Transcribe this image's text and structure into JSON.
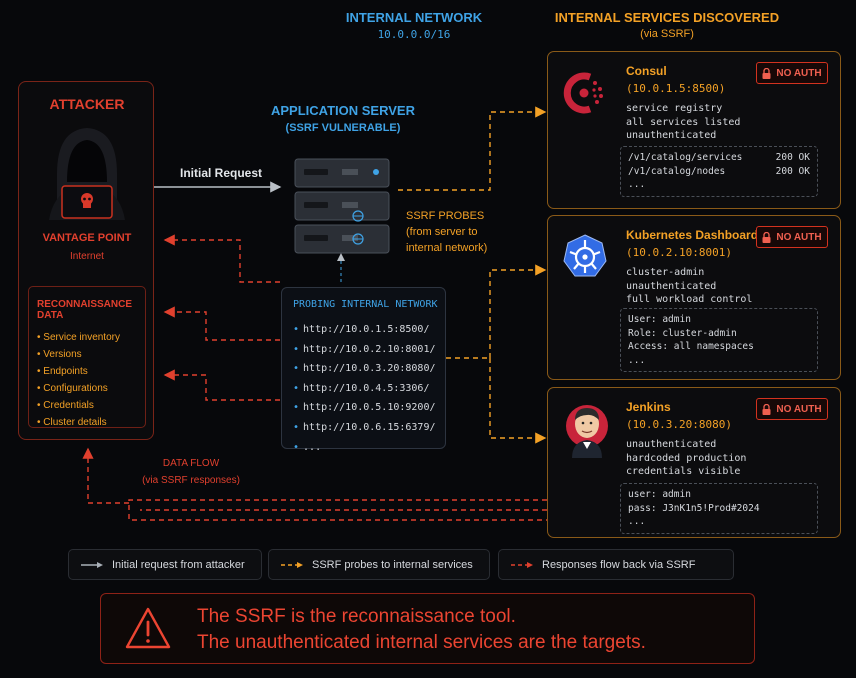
{
  "internal_network": {
    "title": "INTERNAL NETWORK",
    "subnet": "10.0.0.0/16"
  },
  "services_header": {
    "title": "INTERNAL SERVICES DISCOVERED",
    "subtitle": "(via SSRF)"
  },
  "attacker": {
    "title": "ATTACKER",
    "vantage": "VANTAGE POINT",
    "location": "Internet",
    "recon_title": "RECONNAISSANCE DATA",
    "recon_items": [
      "Service inventory",
      "Versions",
      "Endpoints",
      "Configurations",
      "Credentials",
      "Cluster details"
    ]
  },
  "app_server": {
    "title": "APPLICATION SERVER",
    "subtitle": "(SSRF VULNERABLE)"
  },
  "initial_request_label": "Initial Request",
  "ssrf_probes_label": {
    "title": "SSRF PROBES",
    "line1": "(from server to",
    "line2": "internal network)"
  },
  "probing": {
    "title": "PROBING INTERNAL NETWORK",
    "targets": [
      "http://10.0.1.5:8500/",
      "http://10.0.2.10:8001/",
      "http://10.0.3.20:8080/",
      "http://10.0.4.5:3306/",
      "http://10.0.5.10:9200/",
      "http://10.0.6.15:6379/",
      "..."
    ]
  },
  "services": [
    {
      "name": "Consul",
      "addr": "(10.0.1.5:8500)",
      "badge": "NO AUTH",
      "icon": "consul-icon",
      "desc": [
        "service registry",
        "all services listed",
        "unauthenticated"
      ],
      "code": [
        [
          "/v1/catalog/services",
          "200 OK"
        ],
        [
          "/v1/catalog/nodes",
          "200 OK"
        ],
        [
          "...",
          ""
        ]
      ]
    },
    {
      "name": "Kubernetes Dashboard",
      "addr": "(10.0.2.10:8001)",
      "badge": "NO AUTH",
      "icon": "kubernetes-icon",
      "desc": [
        "cluster-admin",
        "unauthenticated",
        "full workload control"
      ],
      "code": [
        [
          "User: admin",
          ""
        ],
        [
          "Role: cluster-admin",
          ""
        ],
        [
          "Access: all namespaces",
          ""
        ],
        [
          "...",
          ""
        ]
      ]
    },
    {
      "name": "Jenkins",
      "addr": "(10.0.3.20:8080)",
      "badge": "NO AUTH",
      "icon": "jenkins-icon",
      "desc": [
        "unauthenticated",
        "hardcoded production",
        "credentials visible"
      ],
      "code": [
        [
          "user: admin",
          ""
        ],
        [
          "pass: J3nK1n5!Prod#2024",
          ""
        ],
        [
          "...",
          ""
        ]
      ]
    }
  ],
  "data_flow": {
    "title": "DATA FLOW",
    "subtitle": "(via SSRF responses)"
  },
  "legend": [
    {
      "label": "Initial request from attacker",
      "color": "#a9b0b8"
    },
    {
      "label": "SSRF probes to internal services",
      "color": "#f3a126"
    },
    {
      "label": "Responses flow back via SSRF",
      "color": "#e0402e"
    }
  ],
  "banner": {
    "line1": "The SSRF is the reconnaissance tool.",
    "line2": "The unauthenticated internal services are the targets."
  },
  "colors": {
    "accent_red": "#e2402e",
    "accent_orange": "#f3a126",
    "accent_blue": "#3fa3e6",
    "background": "#07080b"
  }
}
